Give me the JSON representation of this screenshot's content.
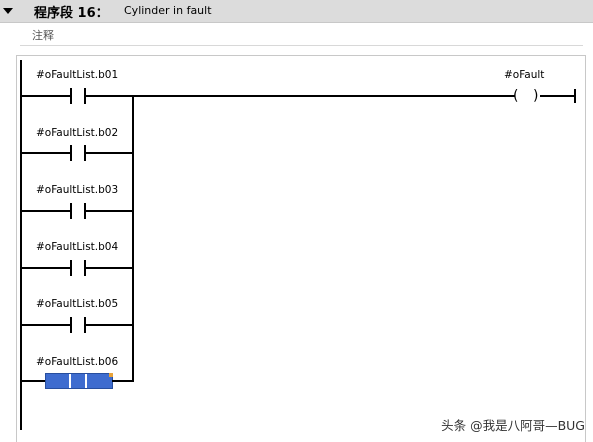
{
  "network": {
    "title": "程序段 16：",
    "comment_title": "Cylinder in fault",
    "comment_label": "注释"
  },
  "contacts": [
    {
      "tag": "#oFaultList.b01"
    },
    {
      "tag": "#oFaultList.b02"
    },
    {
      "tag": "#oFaultList.b03"
    },
    {
      "tag": "#oFaultList.b04"
    },
    {
      "tag": "#oFaultList.b05"
    },
    {
      "tag": "#oFaultList.b06",
      "selected": true
    }
  ],
  "coil": {
    "tag": "#oFault"
  },
  "watermark": "头条 @我是八阿哥—BUG"
}
